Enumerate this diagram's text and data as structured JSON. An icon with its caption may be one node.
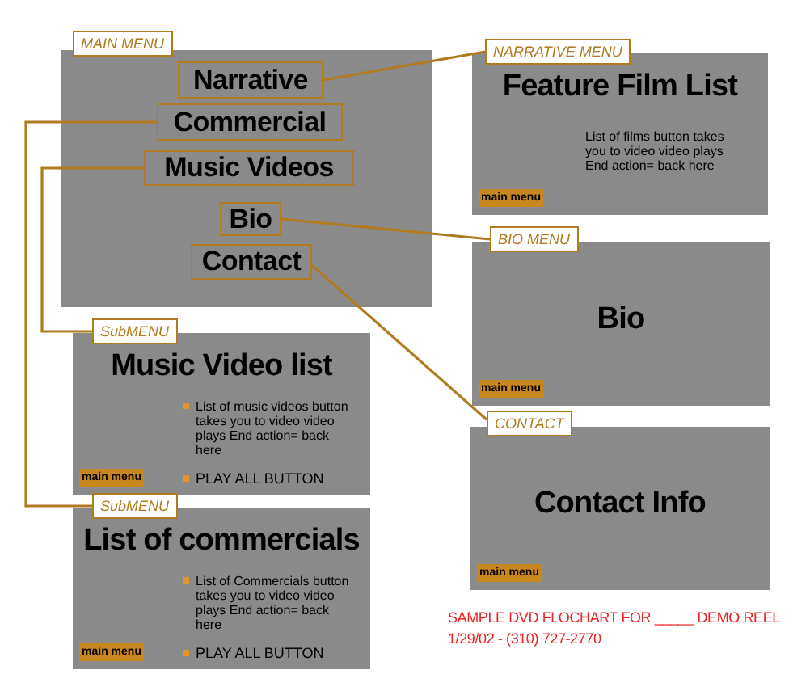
{
  "diagram": {
    "caption": "SAMPLE DVD FLOCHART FOR _____ DEMO REEL 1/29/02 - (310) 727-2770",
    "nodes": [
      {
        "text": [
          "MAIN MENU"
        ]
      },
      {
        "text": [
          "Narrative"
        ],
        "in": 0
      },
      {
        "text": [
          "Commercial"
        ],
        "in": 0
      },
      {
        "text": [
          "Music Videos"
        ],
        "in": 0
      },
      {
        "text": [
          "Bio"
        ],
        "in": 0
      },
      {
        "text": [
          "Contact"
        ],
        "in": 0
      },
      {
        "text": [
          "NARRATIVE MENU",
          "Feature Film List",
          "List of films button takes you to video video plays End action= back here"
        ]
      },
      {
        "text": [
          "main menu"
        ],
        "in": 6
      },
      {
        "text": [
          "BIO MENU",
          "Bio"
        ]
      },
      {
        "text": [
          "main menu"
        ],
        "in": 8
      },
      {
        "text": [
          "CONTACT",
          "Contact Info"
        ]
      },
      {
        "text": [
          "main menu"
        ],
        "in": 10
      },
      {
        "text": [
          "SubMENU",
          "Music Video list",
          "List of music videos button takes you to video video plays End action= back here",
          "PLAY ALL BUTTON"
        ]
      },
      {
        "text": [
          "main menu"
        ],
        "in": 12
      },
      {
        "text": [
          "SubMENU",
          "List of commercials",
          "List of Commercials button takes you to video video plays End action= back here",
          "PLAY ALL BUTTON"
        ]
      },
      {
        "text": [
          "main menu"
        ],
        "in": 14
      }
    ],
    "edges": [
      {
        "from": 1,
        "to": 6,
        "arrow": "none"
      },
      {
        "from": 2,
        "to": 14,
        "arrow": "none"
      },
      {
        "from": 3,
        "to": 12,
        "arrow": "none"
      },
      {
        "from": 4,
        "to": 8,
        "arrow": "none"
      },
      {
        "from": 5,
        "to": 10,
        "arrow": "none"
      }
    ]
  }
}
